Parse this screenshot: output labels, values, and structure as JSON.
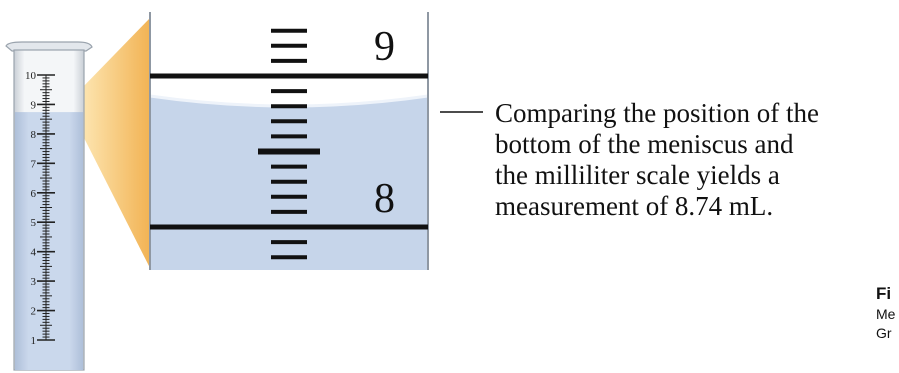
{
  "cylinder": {
    "scale_labels": [
      "1",
      "2",
      "3",
      "4",
      "5",
      "6",
      "7",
      "8",
      "9",
      "10"
    ],
    "liquid_level_ml": 8.74,
    "capacity_ml": 10
  },
  "zoom": {
    "major_labels": [
      "9",
      "8"
    ],
    "meniscus_reading_ml": 8.74
  },
  "annotation": {
    "lines": [
      "Comparing the position of the",
      "bottom of the meniscus and",
      "the milliliter scale yields a",
      "measurement of 8.74 mL."
    ]
  },
  "caption": {
    "title": "Fi",
    "text_lines": [
      "Me",
      "Gr"
    ]
  },
  "colors": {
    "liquid": "#c6d5ea",
    "liquid_edge": "#a9bfdc",
    "glass": "#dfe4ea",
    "callout_gradient_start": "#fde2a3",
    "callout_gradient_end": "#f3b85a",
    "ink": "#111111"
  }
}
